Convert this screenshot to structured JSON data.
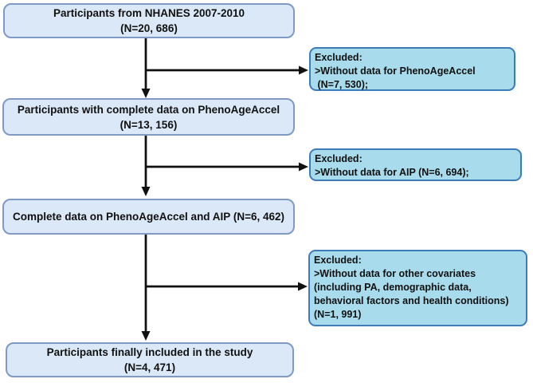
{
  "colors": {
    "background": "#ffffff",
    "main_box_fill": "#dbe8f7",
    "main_box_border": "#7f9ac5",
    "excl_box_fill": "#a8dbeb",
    "excl_box_border": "#3e7cb9",
    "arrow_color": "#111111",
    "text_color": "#111111"
  },
  "flow": {
    "main_boxes": [
      {
        "id": "nhanes-participants",
        "lines": [
          "Participants from NHANES 2007-2010",
          "(N=20, 686)"
        ]
      },
      {
        "id": "complete-phenoageaccel",
        "lines": [
          "Participants with complete data on PhenoAgeAccel",
          "(N=13, 156)"
        ]
      },
      {
        "id": "complete-phenoageaccel-aip",
        "lines": [
          "Complete data on PhenoAgeAccel and AIP (N=6, 462)"
        ]
      },
      {
        "id": "final-included",
        "lines": [
          "Participants finally included in the study",
          "(N=4, 471)"
        ]
      }
    ],
    "exclusion_boxes": [
      {
        "id": "excluded-phenoageaccel",
        "lines": [
          "Excluded:",
          ">Without data for PhenoAgeAccel",
          " (N=7, 530);"
        ]
      },
      {
        "id": "excluded-aip",
        "lines": [
          "Excluded:",
          ">Without data for AIP (N=6, 694);"
        ]
      },
      {
        "id": "excluded-covariates",
        "lines": [
          "Excluded:",
          ">Without data for other covariates",
          "(including PA, demographic data,",
          "behavioral factors and health conditions)",
          "(N=1, 991)"
        ]
      }
    ]
  }
}
